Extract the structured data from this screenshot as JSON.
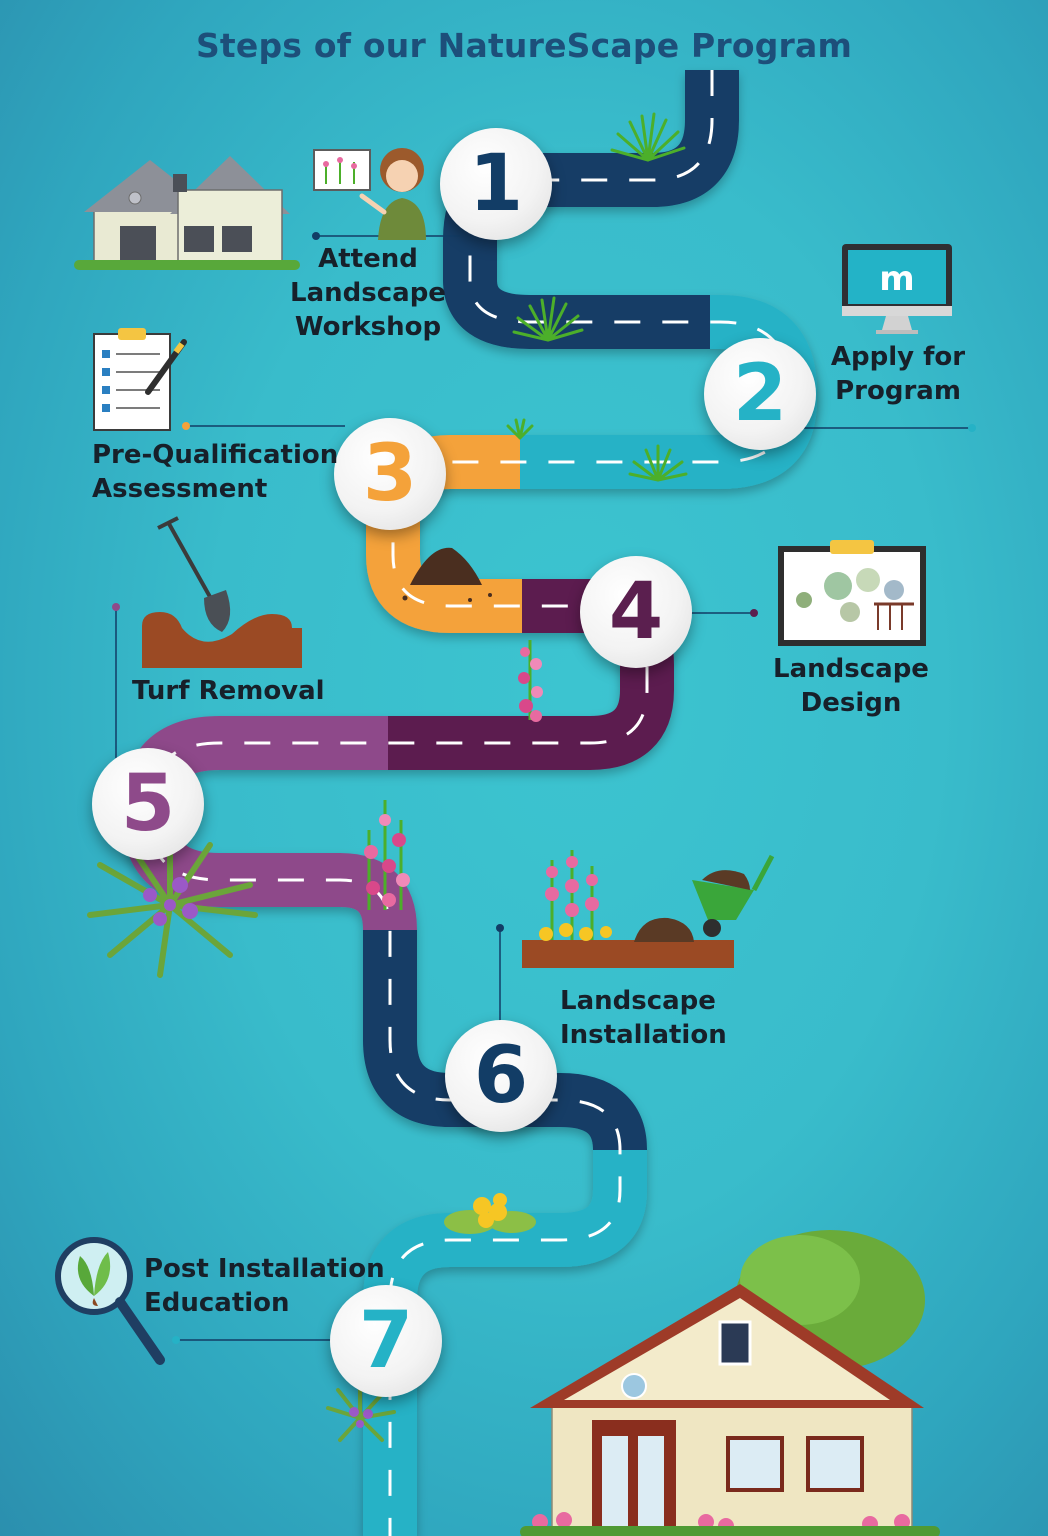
{
  "title": "Steps of our NatureScape Program",
  "steps": [
    {
      "number": "1",
      "label_lines": [
        "Attend",
        "Landscape",
        "Workshop"
      ]
    },
    {
      "number": "2",
      "label_lines": [
        "Apply for",
        "Program"
      ]
    },
    {
      "number": "3",
      "label_lines": [
        "Pre-Qualification",
        "Assessment"
      ]
    },
    {
      "number": "4",
      "label_lines": [
        "Landscape",
        "Design"
      ]
    },
    {
      "number": "5",
      "label_lines": [
        "Turf Removal"
      ]
    },
    {
      "number": "6",
      "label_lines": [
        "Landscape",
        "Installation"
      ]
    },
    {
      "number": "7",
      "label_lines": [
        "Post Installation",
        "Education"
      ]
    }
  ],
  "colors": {
    "navy": "#123d66",
    "teal": "#25b2c6",
    "orange": "#f4a23a",
    "plum": "#5b1f4f",
    "violet": "#8e4a8a",
    "title": "#1d4f7a"
  },
  "icons": [
    "house-icon",
    "teacher-icon",
    "monitor-logo-icon",
    "clipboard-checklist-icon",
    "shovel-soil-icon",
    "design-plan-icon",
    "planting-wheelbarrow-icon",
    "magnifier-plant-icon",
    "home-garden-icon"
  ]
}
